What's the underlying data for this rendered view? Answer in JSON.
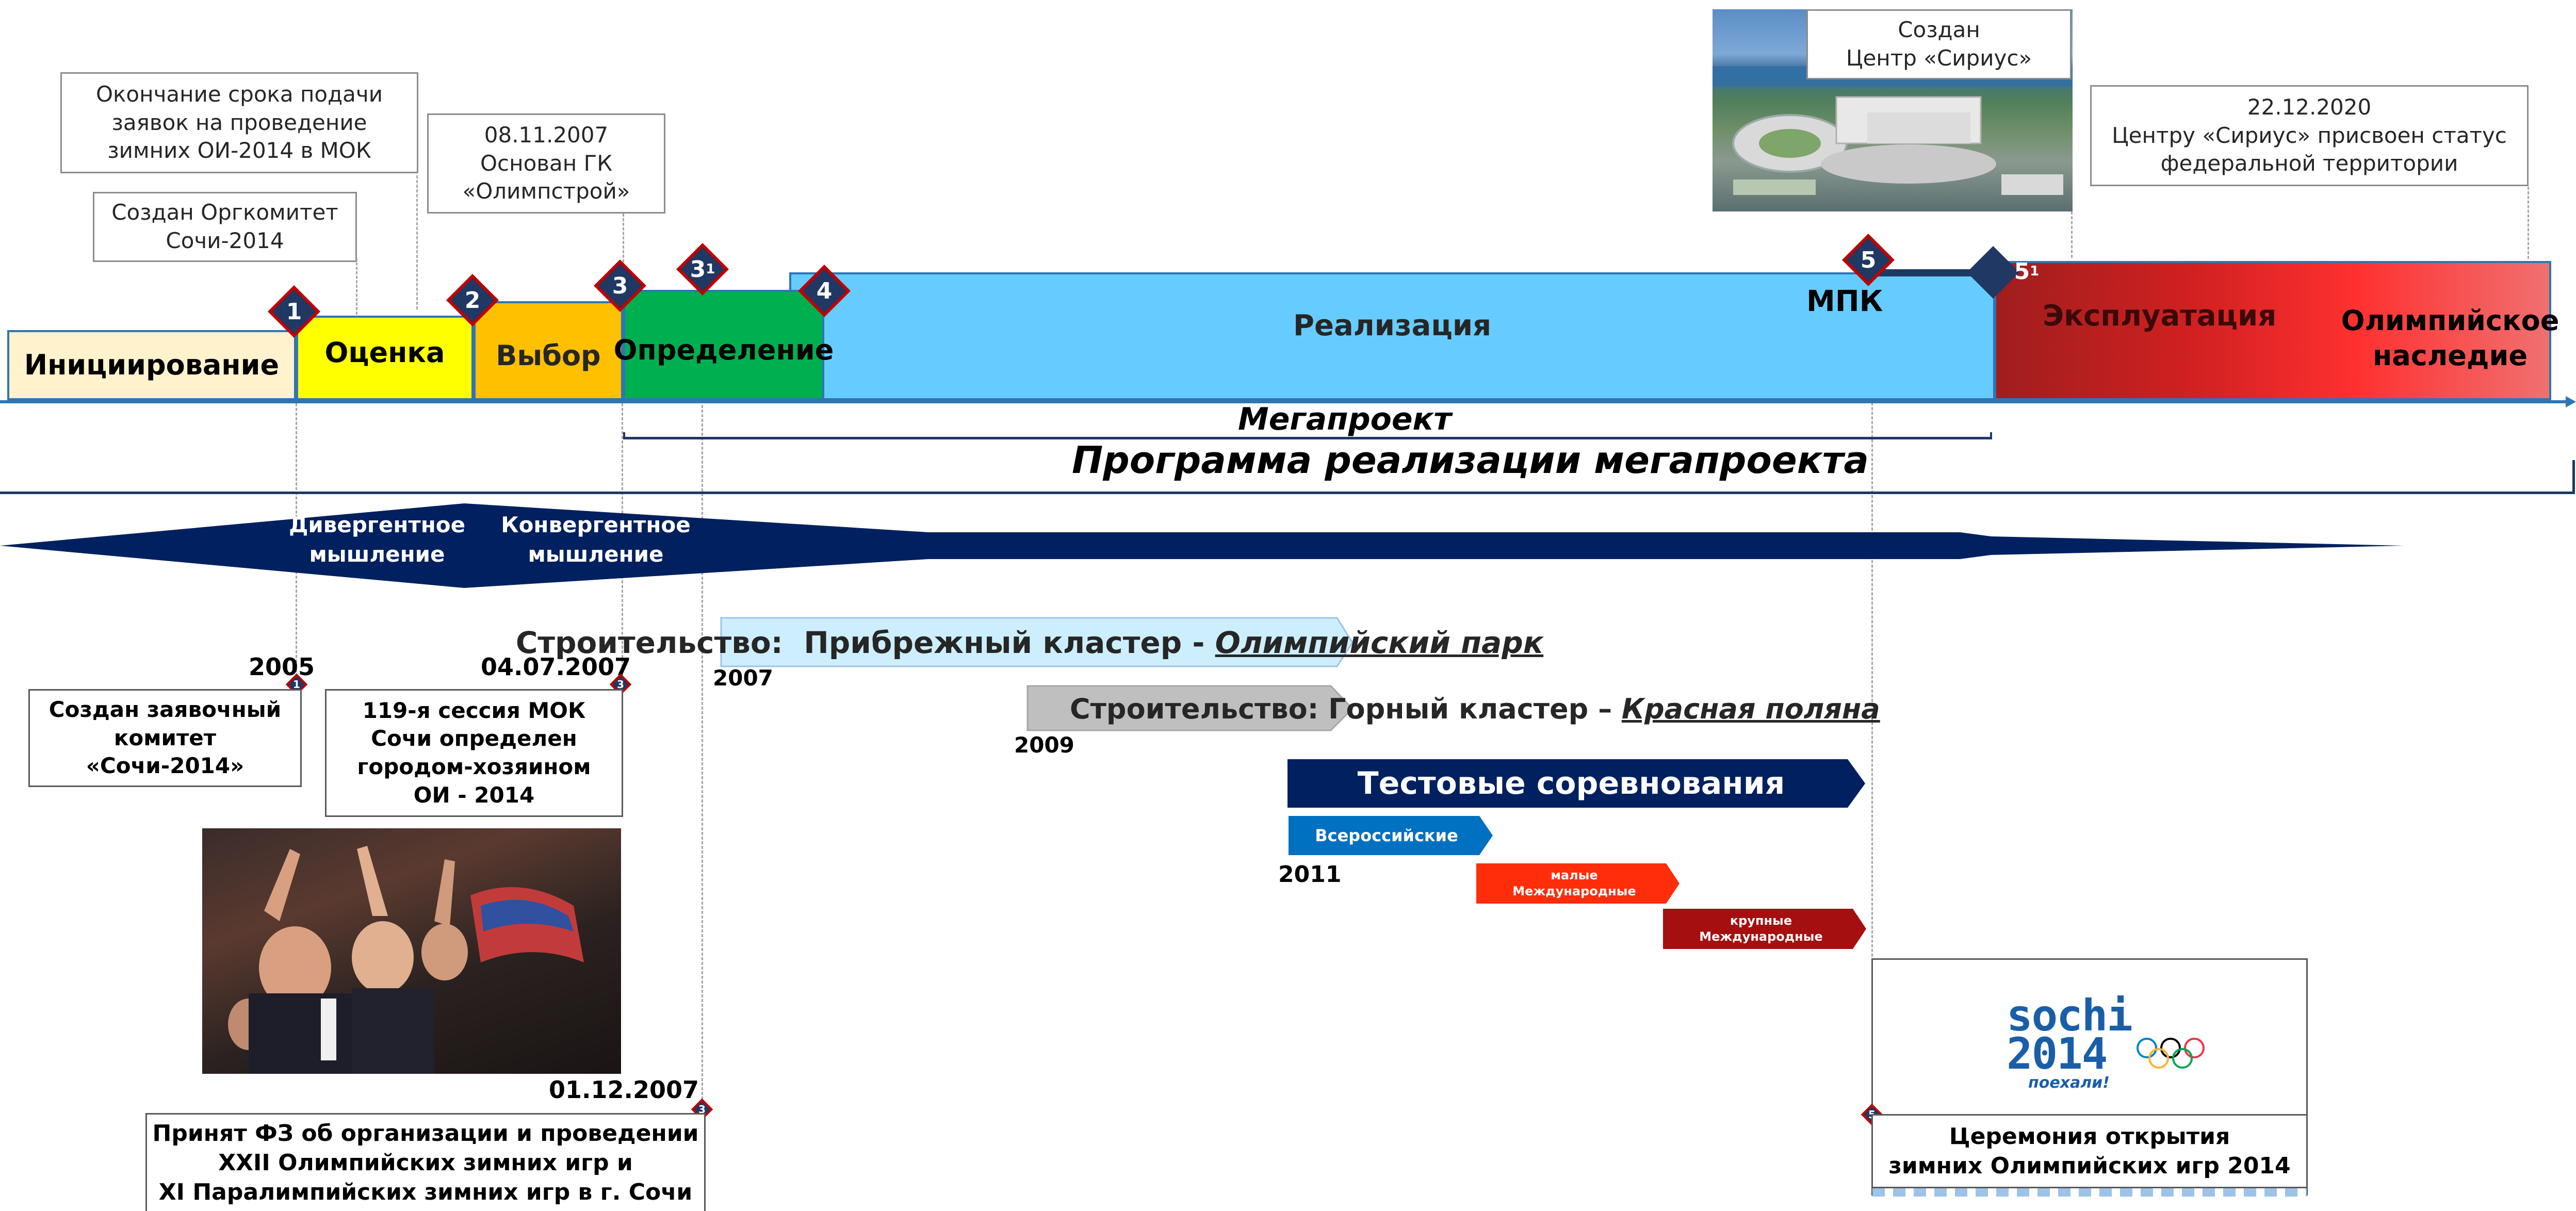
{
  "top_notes": {
    "deadline": "Окончание срока подачи\nзаявок на проведение\nзимних ОИ-2014 в МОК",
    "orgcommittee": "Создан Оргкомитет\nСочи-2014",
    "olympstroy": "08.11.2007\nОснован ГК\n«Олимпстрой»",
    "sirius_created": "Создан\nЦентр «Сириус»",
    "federal_territory": "22.12.2020\nЦентру «Сириус» присвоен статус\nфедеральной территории"
  },
  "phases": [
    {
      "label": "Инициирование",
      "color": "#fff2cc"
    },
    {
      "label": "Оценка",
      "color": "#ffff00"
    },
    {
      "label": "Выбор",
      "color": "#ffc000"
    },
    {
      "label": "Определение",
      "color": "#00b050"
    },
    {
      "label": "Реализация",
      "color": "#66ccff"
    },
    {
      "label": "Эксплуатация",
      "color": "#b22222"
    },
    {
      "label": "Олимпийское\nнаследие",
      "color": "#f07070"
    }
  ],
  "milestones": {
    "m1": "1",
    "m2": "2",
    "m3": "3",
    "m3_1": "3",
    "m3_1_sup": "1",
    "m4": "4",
    "m5": "5",
    "m5_1": "5",
    "m5_1_sup": "1"
  },
  "mpk_label": "МПК",
  "megaproject_label": "Мегапроект",
  "program_label": "Программа реализации мегапроекта",
  "thinking": {
    "divergent": "Дивергентное\nмышление",
    "convergent": "Конвергентное\nмышление"
  },
  "events": {
    "e2005_year": "2005",
    "e2005_text": "Создан заявочный\nкомитет\n«Сочи-2014»",
    "e2007_07_date": "04.07.2007",
    "e2007_07_text": "119-я сессия МОК\nСочи определен\nгородом-хозяином\nОИ - 2014",
    "e2007_12_date": "01.12.2007",
    "e2007_12_text": "Принят ФЗ об организации и проведении\nXXII Олимпийских зимних игр и\nXI Паралимпийских зимних игр в г. Сочи",
    "opening_text": "Церемония открытия\nзимних Олимпийских игр 2014"
  },
  "construction": {
    "coastal_prefix": "Строительство:  Прибрежный кластер - ",
    "coastal_em": "Олимпийский парк",
    "coastal_year": "2007",
    "mountain_prefix": "Строительство: Горный кластер – ",
    "mountain_em": "Красная поляна",
    "mountain_year": "2009"
  },
  "tests": {
    "title": "Тестовые соревнования",
    "all_russian": "Всероссийские",
    "year": "2011",
    "small_intl": "малые\nМеждународные",
    "large_intl": "крупные\nМеждународные"
  },
  "logo": {
    "line1": "sochi",
    "line2": "2014",
    "tagline": "поехали!"
  },
  "colors": {
    "navy": "#1f3864",
    "dark_navy": "#002060",
    "diamond_border": "#c00000",
    "coastal": "#cdeefd",
    "mountain": "#bfbfbf",
    "all_russian": "#0070c0",
    "small_intl": "#ff2d0a",
    "large_intl": "#a50f0f"
  }
}
